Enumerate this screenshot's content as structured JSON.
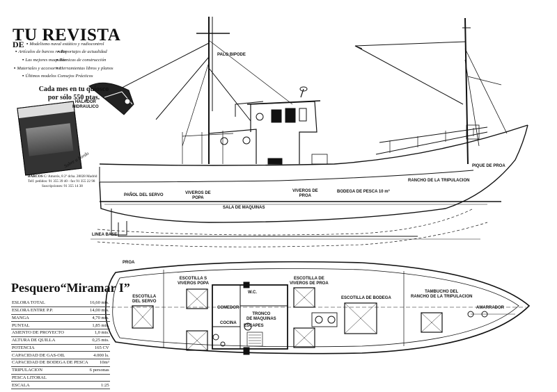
{
  "magazine": {
    "title": "TU REVISTA",
    "de": "DE",
    "features": [
      "Modelismo naval estático y radiocontrol",
      "Artículos de barcos reales",
      "Reportajes de actualidad",
      "Las mejores maquetas",
      "Técnicas de construcción",
      "Materiales y accesorios",
      "Herramientas libros y planos",
      "Últimos modelos Consejos Prácticos"
    ],
    "promo_line1": "Cada mes en tu quiosco",
    "promo_line2": "por sólo 550 ptas.",
    "cover_label": "Sobre a bordo",
    "address_brand": "BARCOS",
    "address_line1": "C/ Amorós, 8 2º dcha. 28028 Madrid",
    "address_line2": "Telf. pedidos: 91 355 39 40 - fax 91 355 22 98",
    "address_line3": "Suscripciones: 91 355 14 38"
  },
  "profile_labels": {
    "palo_bipode": "PALO BIPODE",
    "halador_1": "HALADOR",
    "halador_2": "HIDRAULICO",
    "pique_proa": "PIQUE DE PROA",
    "rancho": "RANCHO DE LA TRIPULACION",
    "bodega_pesca": "BODEGA DE PESCA 10 m³",
    "viveros_proa_1": "VIVEROS DE",
    "viveros_proa_2": "PROA",
    "viveros_popa_1": "VIVEROS DE",
    "viveros_popa_2": "POPA",
    "panol_servo": "PAÑOL DEL SERVO",
    "sala_maquinas": "SALA DE MAQUINAS",
    "linea_base": "LINEA BASE",
    "proa": "PROA"
  },
  "plan_labels": {
    "escotilla_servo_1": "ESCOTILLA",
    "escotilla_servo_2": "DEL SERVO",
    "escotilla_popa_1": "ESCOTILLA S",
    "escotilla_popa_2": "VIVEROS POPA",
    "escotilla_proa_1": "ESCOTILLA DE",
    "escotilla_proa_2": "VIVEROS DE PROA",
    "wc": "W.C.",
    "comedor": "COMEDOR",
    "tronco_1": "TRONCO",
    "tronco_2": "DE MAQUINAS",
    "cocina": "COCINA",
    "escapes": "ESCAPES",
    "escotilla_bodega": "ESCOTILLA DE BODEGA",
    "tambucho_1": "TAMBUCHO DEL",
    "tambucho_2": "RANCHO DE LA TRIPULACION",
    "amarrador": "AMARRADOR"
  },
  "boat": {
    "name": "Pesquero“Miramar I”",
    "specs": [
      {
        "label": "ESLORA TOTAL",
        "value": "16,60 mts."
      },
      {
        "label": "ESLORA ENTRE P.P.",
        "value": "14,00 mts."
      },
      {
        "label": "MANGA",
        "value": "4,70 mts."
      },
      {
        "label": "PUNTAL",
        "value": "1,85 mts."
      },
      {
        "label": "ASIENTO DE PROYECTO",
        "value": "1,0 mts."
      },
      {
        "label": "ALTURA DE QUILLA",
        "value": "0,25 mts."
      },
      {
        "label": "POTENCIA",
        "value": "165 CV"
      },
      {
        "label": "CAPACIDAD DE GAS-OIL",
        "value": "4.000 ls."
      },
      {
        "label": "CAPACIDAD DE BODEGA DE PESCA",
        "value": "10m³"
      },
      {
        "label": "TRIPULACION",
        "value": "6 personas"
      },
      {
        "label": "PESCA LITORAL",
        "value": ""
      },
      {
        "label": "ESCALA",
        "value": "1:25"
      }
    ]
  }
}
